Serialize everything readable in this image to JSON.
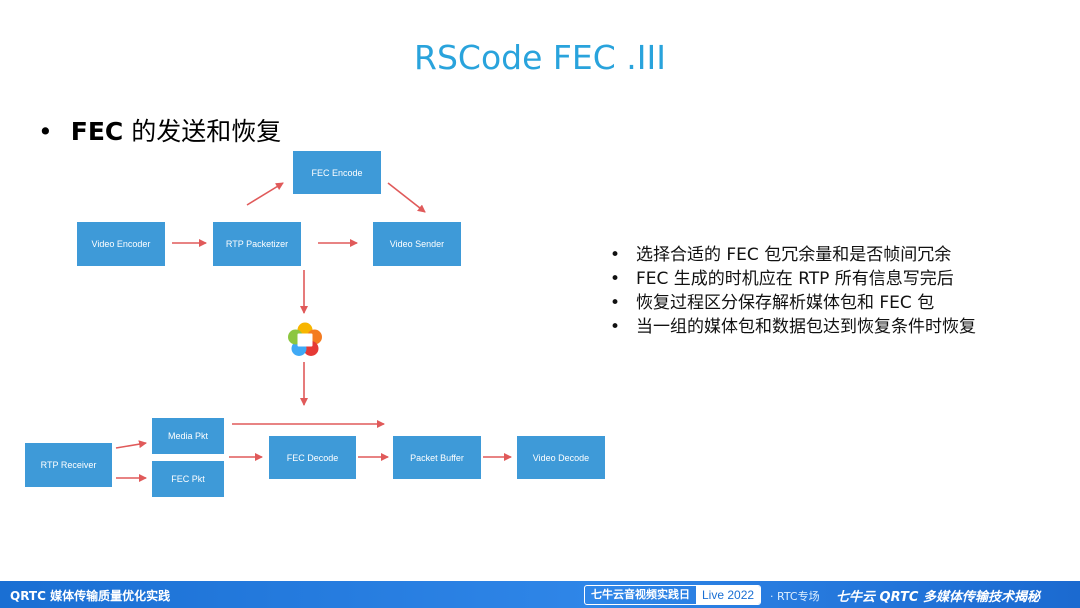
{
  "slide": {
    "title": "RSCode FEC .III",
    "heading_bold": "FEC",
    "heading_rest": " 的发送和恢复"
  },
  "diagram": {
    "boxes": {
      "fec_encode": "FEC Encode",
      "video_encoder": "Video Encoder",
      "rtp_packetizer": "RTP Packetizer",
      "video_sender": "Video Sender",
      "media_pkt": "Media Pkt",
      "rtp_receiver": "RTP Receiver",
      "fec_pkt": "FEC Pkt",
      "fec_decode": "FEC Decode",
      "packet_buffer": "Packet Buffer",
      "video_decode": "Video Decode"
    },
    "network_icon": "webrtc-logo-icon",
    "colors": {
      "box": "#3e9ad8",
      "arrow": "#e05a5a",
      "title": "#29a3dc"
    }
  },
  "bullets": [
    "选择合适的 FEC 包冗余量和是否帧间冗余",
    "FEC 生成的时机应在 RTP 所有信息写完后",
    "恢复过程区分保存解析媒体包和 FEC 包",
    "当一组的媒体包和数据包达到恢复条件时恢复"
  ],
  "footer": {
    "left": "QRTC 媒体传输质量优化实践",
    "event_name": "七牛云音视频实践日",
    "event_live": "Live 2022",
    "event_track": "· RTC专场",
    "right": "七牛云 QRTC 多媒体传输技术揭秘"
  }
}
